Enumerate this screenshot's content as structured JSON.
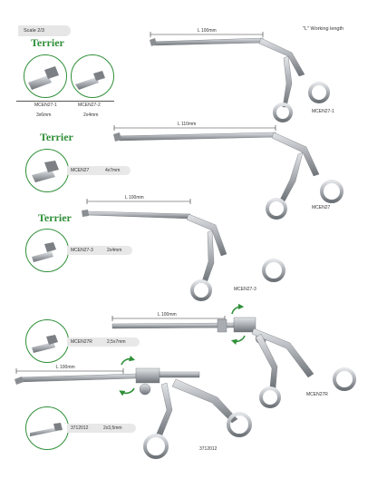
{
  "header": {
    "scale": "Scale 2/3",
    "working_length_note": "\"L\" Working length"
  },
  "brand": {
    "terrier_1": "Terrier",
    "terrier_2": "Terrier",
    "terrier_3": "Terrier"
  },
  "row1": {
    "length_label": "L 100mm",
    "model": "MCEN27-1",
    "details": [
      {
        "code": "MCEN27-1",
        "size": "3x6mm"
      },
      {
        "code": "MCEN27-2",
        "size": "2x4mm"
      }
    ]
  },
  "row2": {
    "length_label": "L 110mm",
    "model": "MCEN27",
    "detail_code": "MCEN27",
    "detail_size": "4x7mm"
  },
  "row3": {
    "length_label": "L 100mm",
    "model": "MCEN27-3",
    "detail_code": "MCEN27-3",
    "detail_size": "2x4mm"
  },
  "row4": {
    "length_label": "L 100mm",
    "model": "MCEN27R",
    "detail_code": "MCEN27R",
    "detail_size": "2,5x7mm"
  },
  "row5": {
    "length_label": "L 100mm",
    "model": "3712012",
    "detail_code": "3712012",
    "detail_size": "2x3,5mm"
  },
  "colors": {
    "accent": "#2f8f38",
    "steel": "#a9adb2",
    "steel_dark": "#6d7277",
    "tab": "#e6e6e6"
  }
}
